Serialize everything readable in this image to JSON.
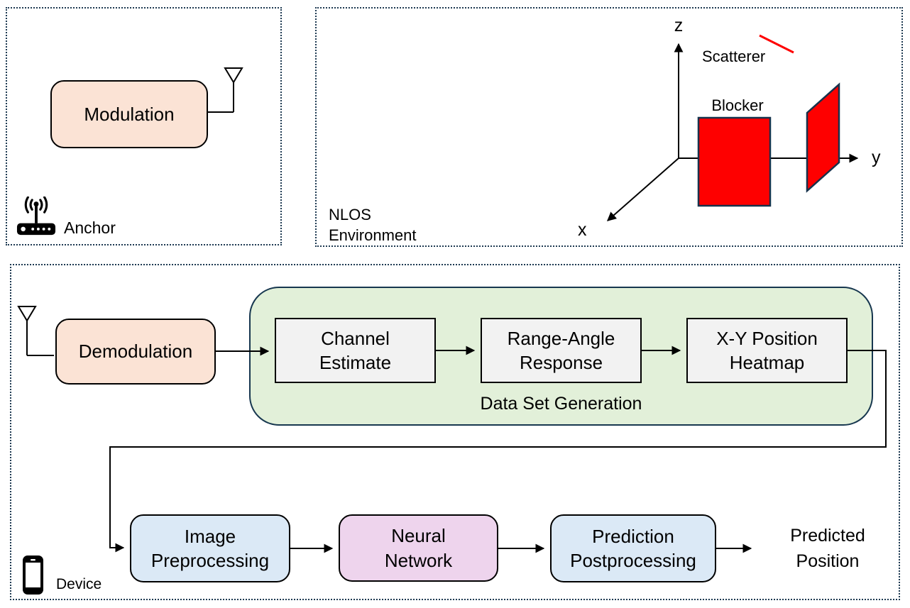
{
  "colors": {
    "peach_fill": "#FBE3D5",
    "green_fill": "#E2F0D9",
    "blue_fill": "#DBE9F6",
    "pink_fill": "#EED4ED",
    "gray_fill": "#F2F2F2",
    "red_fill": "#FE0000",
    "dark_dotted_border": "#1E3A52",
    "shape_stroke": "#17324C",
    "black": "#000000"
  },
  "anchor_panel": {
    "modulation": "Modulation",
    "anchor": "Anchor"
  },
  "nlos_panel": {
    "environment": "NLOS\nEnvironment",
    "axis_z": "z",
    "axis_y": "y",
    "axis_x": "x",
    "scatterer": "Scatterer",
    "blocker": "Blocker"
  },
  "pipeline": {
    "demodulation": "Demodulation",
    "dataset_generation": "Data Set Generation",
    "channel_estimate": "Channel\nEstimate",
    "range_angle": "Range-Angle\nResponse",
    "xy_heatmap": "X-Y Position\nHeatmap",
    "image_preprocessing": "Image\nPreprocessing",
    "neural_network": "Neural\nNetwork",
    "prediction_postprocessing": "Prediction\nPostprocessing",
    "predicted_position": "Predicted\nPosition",
    "device": "Device"
  }
}
